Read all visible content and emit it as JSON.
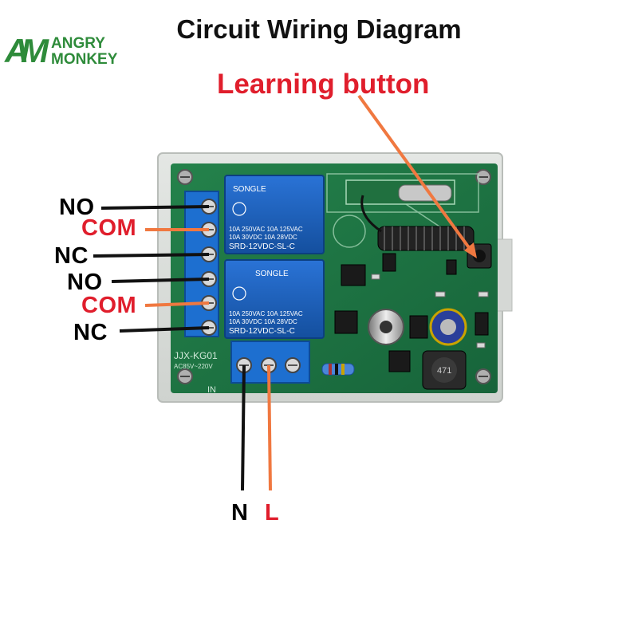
{
  "title": "Circuit Wiring Diagram",
  "callout": "Learning button",
  "logo": {
    "line1": "ANGRY",
    "line2": "MONKEY",
    "mark": "AM"
  },
  "relay_terminals": [
    {
      "label": "NO",
      "color": "#111111"
    },
    {
      "label": "COM",
      "color": "#e01e2c"
    },
    {
      "label": "NC",
      "color": "#111111"
    },
    {
      "label": "NO",
      "color": "#111111"
    },
    {
      "label": "COM",
      "color": "#e01e2c"
    },
    {
      "label": "NC",
      "color": "#111111"
    }
  ],
  "power_terminals": [
    {
      "label": "N",
      "color": "#111111"
    },
    {
      "label": "L",
      "color": "#e01e2c"
    }
  ],
  "board": {
    "relay_brand": "SONGLE",
    "relay_rating_1": "10A 250VAC  10A 125VAC",
    "relay_rating_2": "10A  30VDC  10A  28VDC",
    "relay_model": "SRD-12VDC-SL-C",
    "board_model": "JJX-KG01",
    "board_voltage": "AC85V~220V",
    "input_label": "IN",
    "inductor_label": "471"
  },
  "colors": {
    "pcb": "#1f7a45",
    "relay": "#1a5fc0",
    "terminal_block": "#1d6fd0",
    "wire_black": "#111111",
    "wire_orange": "#f07840",
    "accent_red": "#e01e2c"
  }
}
